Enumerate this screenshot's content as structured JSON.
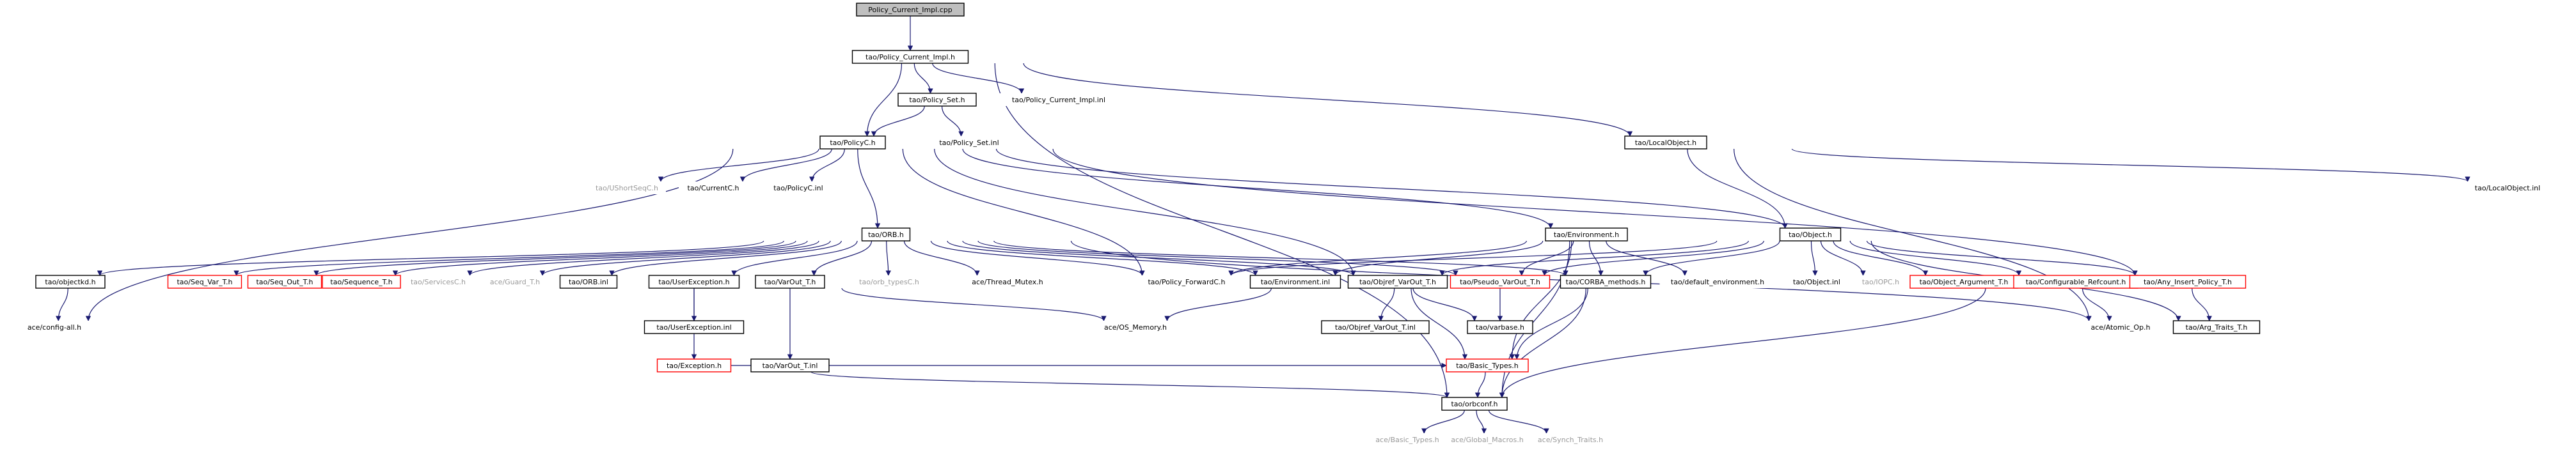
{
  "colors": {
    "edge": "#191970",
    "box_normal": "#000000",
    "box_truncated": "#ff0000",
    "root_fill": "#bfbfbf",
    "text_normal": "#000000",
    "text_external": "#999999"
  },
  "nodes": [
    {
      "id": "root",
      "label": "Policy_Current_Impl.cpp",
      "style": "root"
    },
    {
      "id": "pci_h",
      "label": "tao/Policy_Current_Impl.h",
      "style": "normal"
    },
    {
      "id": "pset_h",
      "label": "tao/Policy_Set.h",
      "style": "normal"
    },
    {
      "id": "pci_inl",
      "label": "tao/Policy_Current_Impl.inl",
      "style": "plain"
    },
    {
      "id": "pset_inl",
      "label": "tao/Policy_Set.inl",
      "style": "plain"
    },
    {
      "id": "policyc_h",
      "label": "tao/PolicyC.h",
      "style": "normal"
    },
    {
      "id": "localobj_h",
      "label": "tao/LocalObject.h",
      "style": "normal"
    },
    {
      "id": "localobj_inl",
      "label": "tao/LocalObject.inl",
      "style": "plain"
    },
    {
      "id": "ushort",
      "label": "tao/UShortSeqC.h",
      "style": "external"
    },
    {
      "id": "currentc",
      "label": "tao/CurrentC.h",
      "style": "plain"
    },
    {
      "id": "policyc_inl",
      "label": "tao/PolicyC.inl",
      "style": "plain"
    },
    {
      "id": "orb_h",
      "label": "tao/ORB.h",
      "style": "normal"
    },
    {
      "id": "env_h",
      "label": "tao/Environment.h",
      "style": "normal"
    },
    {
      "id": "object_h",
      "label": "tao/Object.h",
      "style": "normal"
    },
    {
      "id": "objectkey",
      "label": "tao/objectkd.h",
      "style": "normal"
    },
    {
      "id": "seqvar",
      "label": "tao/Seq_Var_T.h",
      "style": "truncated"
    },
    {
      "id": "seqout",
      "label": "tao/Seq_Out_T.h",
      "style": "truncated"
    },
    {
      "id": "sequence",
      "label": "tao/Sequence_T.h",
      "style": "truncated"
    },
    {
      "id": "servicesc",
      "label": "tao/ServicesC.h",
      "style": "external"
    },
    {
      "id": "guard",
      "label": "ace/Guard_T.h",
      "style": "external"
    },
    {
      "id": "orb_inl",
      "label": "tao/ORB.inl",
      "style": "normal"
    },
    {
      "id": "userexc_h",
      "label": "tao/UserException.h",
      "style": "normal"
    },
    {
      "id": "varout_h",
      "label": "tao/VarOut_T.h",
      "style": "normal"
    },
    {
      "id": "orbtypes",
      "label": "tao/orb_typesC.h",
      "style": "external"
    },
    {
      "id": "threadmutex",
      "label": "ace/Thread_Mutex.h",
      "style": "plain"
    },
    {
      "id": "policyfwd",
      "label": "tao/Policy_ForwardC.h",
      "style": "plain"
    },
    {
      "id": "env_inl",
      "label": "tao/Environment.inl",
      "style": "normal"
    },
    {
      "id": "objvarout_h",
      "label": "tao/Objref_VarOut_T.h",
      "style": "normal"
    },
    {
      "id": "pseudovarout",
      "label": "tao/Pseudo_VarOut_T.h",
      "style": "truncated"
    },
    {
      "id": "corbamethods",
      "label": "tao/CORBA_methods.h",
      "style": "normal"
    },
    {
      "id": "defaultenv",
      "label": "tao/default_environment.h",
      "style": "plain"
    },
    {
      "id": "object_inl",
      "label": "tao/Object.inl",
      "style": "plain"
    },
    {
      "id": "iopc",
      "label": "tao/IOPC.h",
      "style": "external"
    },
    {
      "id": "objarg",
      "label": "tao/Object_Argument_T.h",
      "style": "truncated"
    },
    {
      "id": "configref",
      "label": "tao/Configurable_Refcount.h",
      "style": "truncated"
    },
    {
      "id": "anyinsert",
      "label": "tao/Any_Insert_Policy_T.h",
      "style": "truncated"
    },
    {
      "id": "configall",
      "label": "ace/config-all.h",
      "style": "plain"
    },
    {
      "id": "userexc_inl",
      "label": "tao/UserException.inl",
      "style": "normal"
    },
    {
      "id": "exception",
      "label": "tao/Exception.h",
      "style": "truncated"
    },
    {
      "id": "varout_inl",
      "label": "tao/VarOut_T.inl",
      "style": "normal"
    },
    {
      "id": "osmemory",
      "label": "ace/OS_Memory.h",
      "style": "plain"
    },
    {
      "id": "objvarout_inl",
      "label": "tao/Objref_VarOut_T.inl",
      "style": "normal"
    },
    {
      "id": "varbase",
      "label": "tao/varbase.h",
      "style": "normal"
    },
    {
      "id": "atomic",
      "label": "ace/Atomic_Op.h",
      "style": "plain"
    },
    {
      "id": "argtraits",
      "label": "tao/Arg_Traits_T.h",
      "style": "normal"
    },
    {
      "id": "basictypes_tao",
      "label": "tao/Basic_Types.h",
      "style": "truncated"
    },
    {
      "id": "orbconf",
      "label": "tao/orbconf.h",
      "style": "normal"
    },
    {
      "id": "basictypes_ace",
      "label": "ace/Basic_Types.h",
      "style": "external"
    },
    {
      "id": "globalmacros",
      "label": "ace/Global_Macros.h",
      "style": "external"
    },
    {
      "id": "synchtraits",
      "label": "ace/Synch_Traits.h",
      "style": "external"
    }
  ],
  "edges": [
    [
      "root",
      "pci_h"
    ],
    [
      "pci_h",
      "pset_h"
    ],
    [
      "pci_h",
      "pci_inl"
    ],
    [
      "pci_h",
      "policyc_h"
    ],
    [
      "pci_h",
      "localobj_h"
    ],
    [
      "pci_h",
      "orbconf"
    ],
    [
      "pset_h",
      "pset_inl"
    ],
    [
      "pset_h",
      "policyc_h"
    ],
    [
      "localobj_h",
      "localobj_inl"
    ],
    [
      "localobj_h",
      "object_h"
    ],
    [
      "localobj_h",
      "atomic"
    ],
    [
      "policyc_h",
      "ushort"
    ],
    [
      "policyc_h",
      "currentc"
    ],
    [
      "policyc_h",
      "policyc_inl"
    ],
    [
      "policyc_h",
      "orb_h"
    ],
    [
      "policyc_h",
      "env_h"
    ],
    [
      "policyc_h",
      "object_h"
    ],
    [
      "policyc_h",
      "configall"
    ],
    [
      "policyc_h",
      "policyfwd"
    ],
    [
      "policyc_h",
      "objvarout_h"
    ],
    [
      "policyc_h",
      "anyinsert"
    ],
    [
      "orb_h",
      "objectkey"
    ],
    [
      "orb_h",
      "seqvar"
    ],
    [
      "orb_h",
      "seqout"
    ],
    [
      "orb_h",
      "sequence"
    ],
    [
      "orb_h",
      "servicesc"
    ],
    [
      "orb_h",
      "guard"
    ],
    [
      "orb_h",
      "orb_inl"
    ],
    [
      "orb_h",
      "userexc_h"
    ],
    [
      "orb_h",
      "varout_h"
    ],
    [
      "orb_h",
      "orbtypes"
    ],
    [
      "orb_h",
      "threadmutex"
    ],
    [
      "orb_h",
      "policyfwd"
    ],
    [
      "orb_h",
      "env_inl"
    ],
    [
      "orb_h",
      "objvarout_h"
    ],
    [
      "orb_h",
      "pseudovarout"
    ],
    [
      "orb_h",
      "corbamethods"
    ],
    [
      "orb_h",
      "atomic"
    ],
    [
      "env_h",
      "env_inl"
    ],
    [
      "env_h",
      "pseudovarout"
    ],
    [
      "env_h",
      "corbamethods"
    ],
    [
      "env_h",
      "defaultenv"
    ],
    [
      "env_h",
      "basictypes_tao"
    ],
    [
      "env_h",
      "orbconf"
    ],
    [
      "env_h",
      "policyfwd"
    ],
    [
      "object_h",
      "object_inl"
    ],
    [
      "object_h",
      "iopc"
    ],
    [
      "object_h",
      "objarg"
    ],
    [
      "object_h",
      "configref"
    ],
    [
      "object_h",
      "anyinsert"
    ],
    [
      "object_h",
      "corbamethods"
    ],
    [
      "object_h",
      "pseudovarout"
    ],
    [
      "object_h",
      "objvarout_h"
    ],
    [
      "object_h",
      "policyfwd"
    ],
    [
      "object_h",
      "argtraits"
    ],
    [
      "objectkey",
      "configall"
    ],
    [
      "userexc_h",
      "userexc_inl"
    ],
    [
      "userexc_h",
      "exception"
    ],
    [
      "varout_h",
      "varout_inl"
    ],
    [
      "varout_h",
      "osmemory"
    ],
    [
      "env_inl",
      "osmemory"
    ],
    [
      "exception",
      "basictypes_tao"
    ],
    [
      "exception",
      "orbconf"
    ],
    [
      "objvarout_h",
      "objvarout_inl"
    ],
    [
      "objvarout_h",
      "varbase"
    ],
    [
      "objvarout_h",
      "basictypes_tao"
    ],
    [
      "pseudovarout",
      "varbase"
    ],
    [
      "corbamethods",
      "basictypes_tao"
    ],
    [
      "corbamethods",
      "orbconf"
    ],
    [
      "configref",
      "atomic"
    ],
    [
      "configref",
      "orbconf"
    ],
    [
      "anyinsert",
      "argtraits"
    ],
    [
      "basictypes_tao",
      "orbconf"
    ],
    [
      "orbconf",
      "basictypes_ace"
    ],
    [
      "orbconf",
      "globalmacros"
    ],
    [
      "orbconf",
      "synchtraits"
    ]
  ]
}
